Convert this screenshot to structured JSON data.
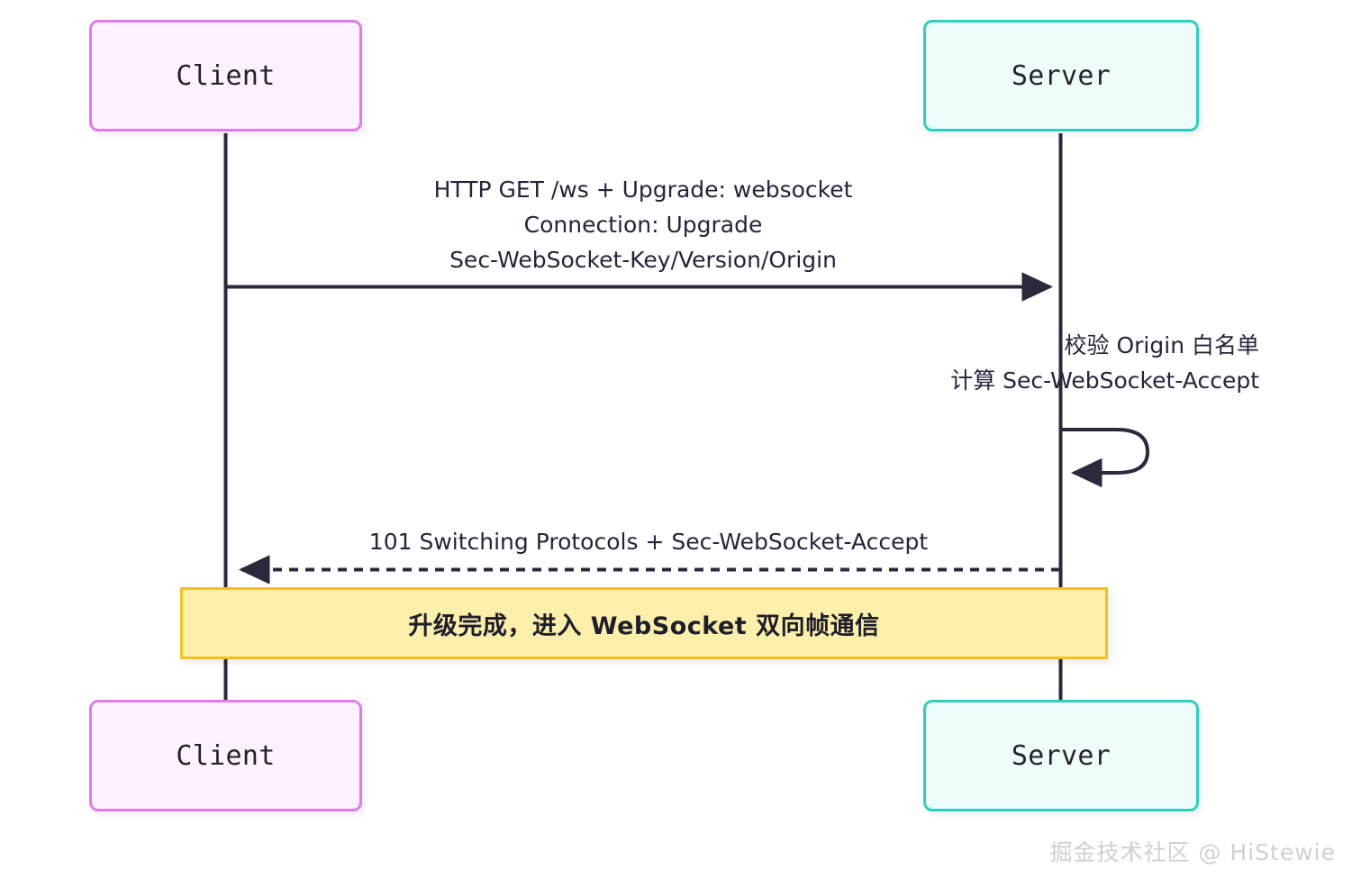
{
  "diagram": {
    "type": "sequence-diagram",
    "title": "WebSocket Handshake",
    "background_color": "#ffffff",
    "participants": [
      {
        "id": "client",
        "label": "Client",
        "border_color": "#e07bee",
        "fill_color": "#fdf2fd"
      },
      {
        "id": "server",
        "label": "Server",
        "border_color": "#2dd0c0",
        "fill_color": "#effdfa"
      }
    ],
    "lifeline_color": "#2a2a3c",
    "messages": [
      {
        "id": "request",
        "from": "client",
        "to": "server",
        "style": "solid",
        "arrow": "filled",
        "lines": [
          "HTTP GET /ws + Upgrade: websocket",
          "Connection: Upgrade",
          "Sec-WebSocket-Key/Version/Origin"
        ]
      },
      {
        "id": "self-process",
        "from": "server",
        "to": "server",
        "style": "solid",
        "arrow": "filled",
        "lines": [
          "校验 Origin 白名单",
          "计算 Sec-WebSocket-Accept"
        ]
      },
      {
        "id": "response",
        "from": "server",
        "to": "client",
        "style": "dashed",
        "arrow": "filled",
        "lines": [
          "101 Switching Protocols + Sec-WebSocket-Accept"
        ]
      }
    ],
    "note": {
      "text": "升级完成，进入 WebSocket 双向帧通信",
      "border_color": "#f2c41b",
      "fill_color": "#fbefa9",
      "span": "over client and server"
    },
    "watermark": "掘金技术社区 @ HiStewie"
  }
}
